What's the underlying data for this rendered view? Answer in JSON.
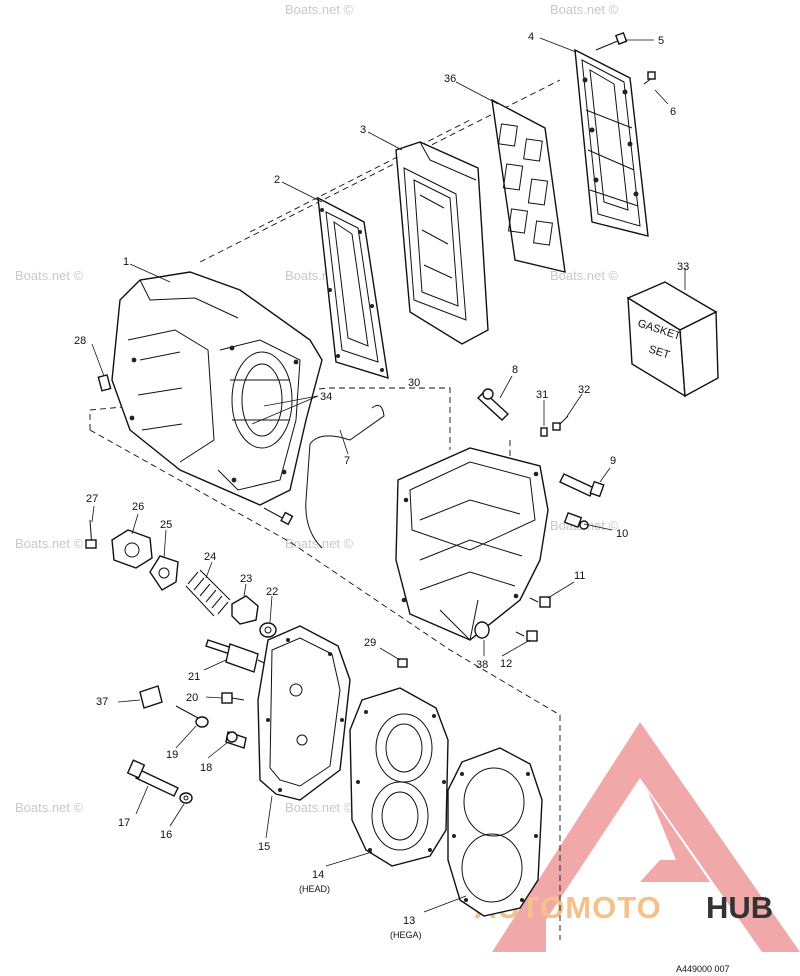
{
  "diagram": {
    "doc_id": "A449000 007",
    "watermark": "Boats.net ©",
    "brand": {
      "part_a": "AUTOMOTO",
      "part_b": "HUB",
      "accent": "#f0a8a8",
      "text_light": "#f6c08a",
      "text_dark": "#333333"
    },
    "gasket_set": {
      "line1": "GASKET",
      "line2": "SET"
    },
    "labels": [
      {
        "id": "1",
        "text": "1"
      },
      {
        "id": "2",
        "text": "2"
      },
      {
        "id": "3",
        "text": "3"
      },
      {
        "id": "4",
        "text": "4"
      },
      {
        "id": "5",
        "text": "5"
      },
      {
        "id": "6",
        "text": "6"
      },
      {
        "id": "7",
        "text": "7"
      },
      {
        "id": "8",
        "text": "8"
      },
      {
        "id": "9",
        "text": "9"
      },
      {
        "id": "10",
        "text": "10"
      },
      {
        "id": "11",
        "text": "11"
      },
      {
        "id": "12",
        "text": "12"
      },
      {
        "id": "13",
        "text": "13"
      },
      {
        "id": "14",
        "text": "14"
      },
      {
        "id": "15",
        "text": "15"
      },
      {
        "id": "16",
        "text": "16"
      },
      {
        "id": "17",
        "text": "17"
      },
      {
        "id": "18",
        "text": "18"
      },
      {
        "id": "19",
        "text": "19"
      },
      {
        "id": "20",
        "text": "20"
      },
      {
        "id": "21",
        "text": "21"
      },
      {
        "id": "22",
        "text": "22"
      },
      {
        "id": "23",
        "text": "23"
      },
      {
        "id": "24",
        "text": "24"
      },
      {
        "id": "25",
        "text": "25"
      },
      {
        "id": "26",
        "text": "26"
      },
      {
        "id": "27",
        "text": "27"
      },
      {
        "id": "28",
        "text": "28"
      },
      {
        "id": "29",
        "text": "29"
      },
      {
        "id": "30",
        "text": "30"
      },
      {
        "id": "31",
        "text": "31"
      },
      {
        "id": "32",
        "text": "32"
      },
      {
        "id": "33",
        "text": "33"
      },
      {
        "id": "34",
        "text": "34"
      },
      {
        "id": "36",
        "text": "36"
      },
      {
        "id": "37",
        "text": "37"
      },
      {
        "id": "38",
        "text": "38"
      }
    ],
    "sublabels": {
      "head": "(HEAD)",
      "hega": "(HEGA)"
    }
  }
}
